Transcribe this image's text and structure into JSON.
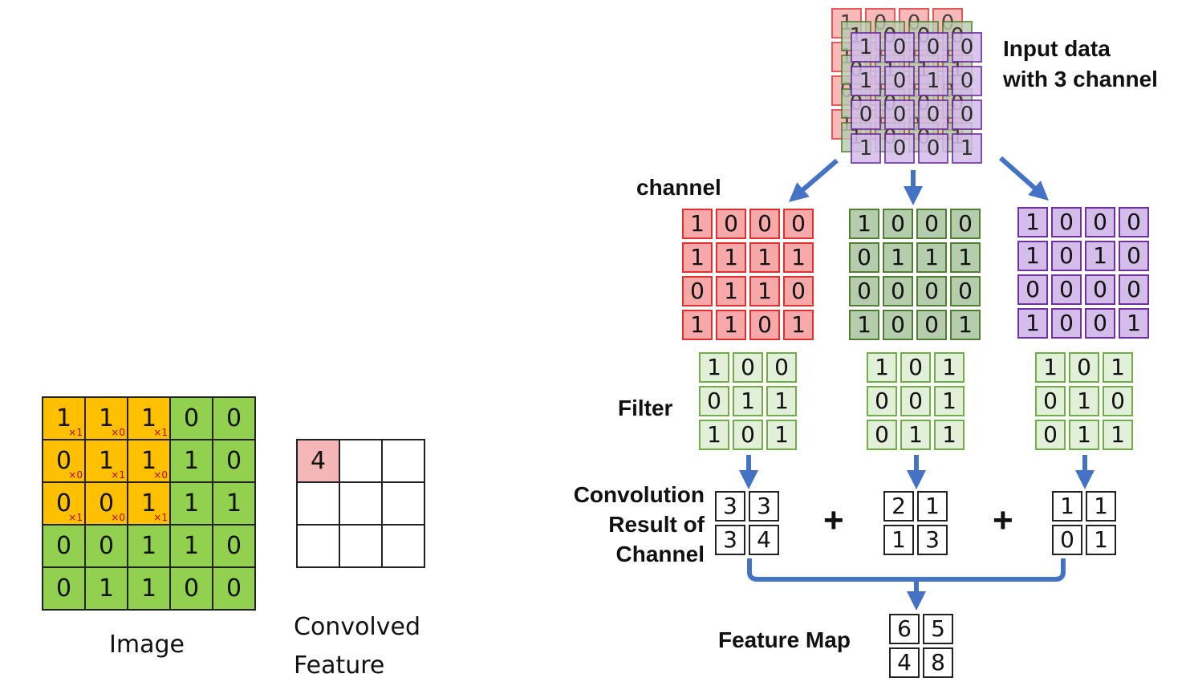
{
  "colors": {
    "image_yellow": "#ffc000",
    "image_green": "#92d050",
    "conv_hit": "#f4b6b6",
    "red_cell": "#f7a8a8",
    "red_border": "#e03030",
    "green_cell": "#b5ccad",
    "green_border": "#507e32",
    "purple_cell": "#d4bdea",
    "purple_border": "#7030a0",
    "filter_cell": "#e2f0d9",
    "filter_border": "#70ad47",
    "arrow": "#4472c4"
  },
  "left": {
    "image_label": "Image",
    "conv_label_line1": "Convolved",
    "conv_label_line2": "Feature",
    "image": [
      [
        {
          "v": "1",
          "w": "×1"
        },
        {
          "v": "1",
          "w": "×0"
        },
        {
          "v": "1",
          "w": "×1"
        },
        {
          "v": "0"
        },
        {
          "v": "0"
        }
      ],
      [
        {
          "v": "0",
          "w": "×0"
        },
        {
          "v": "1",
          "w": "×1"
        },
        {
          "v": "1",
          "w": "×0"
        },
        {
          "v": "1"
        },
        {
          "v": "0"
        }
      ],
      [
        {
          "v": "0",
          "w": "×1"
        },
        {
          "v": "0",
          "w": "×0"
        },
        {
          "v": "1",
          "w": "×1"
        },
        {
          "v": "1"
        },
        {
          "v": "1"
        }
      ],
      [
        {
          "v": "0"
        },
        {
          "v": "0"
        },
        {
          "v": "1"
        },
        {
          "v": "1"
        },
        {
          "v": "0"
        }
      ],
      [
        {
          "v": "0"
        },
        {
          "v": "1"
        },
        {
          "v": "1"
        },
        {
          "v": "0"
        },
        {
          "v": "0"
        }
      ]
    ],
    "convolved": [
      [
        "4",
        "",
        ""
      ],
      [
        "",
        "",
        ""
      ],
      [
        "",
        "",
        ""
      ]
    ]
  },
  "right": {
    "input_label_line1": "Input data",
    "input_label_line2": "with 3 channel",
    "channel_label": "channel",
    "filter_label": "Filter",
    "conv_result_line1": "Convolution",
    "conv_result_line2": "Result of",
    "conv_result_line3": "Channel",
    "feature_map_label": "Feature Map",
    "plus_sign": "+",
    "channels": [
      [
        [
          "1",
          "0",
          "0",
          "0"
        ],
        [
          "1",
          "1",
          "1",
          "1"
        ],
        [
          "0",
          "1",
          "1",
          "0"
        ],
        [
          "1",
          "1",
          "0",
          "1"
        ]
      ],
      [
        [
          "1",
          "0",
          "0",
          "0"
        ],
        [
          "0",
          "1",
          "1",
          "1"
        ],
        [
          "0",
          "0",
          "0",
          "0"
        ],
        [
          "1",
          "0",
          "0",
          "1"
        ]
      ],
      [
        [
          "1",
          "0",
          "0",
          "0"
        ],
        [
          "1",
          "0",
          "1",
          "0"
        ],
        [
          "0",
          "0",
          "0",
          "0"
        ],
        [
          "1",
          "0",
          "0",
          "1"
        ]
      ]
    ],
    "filters": [
      [
        [
          "1",
          "0",
          "0"
        ],
        [
          "0",
          "1",
          "1"
        ],
        [
          "1",
          "0",
          "1"
        ]
      ],
      [
        [
          "1",
          "0",
          "1"
        ],
        [
          "0",
          "0",
          "1"
        ],
        [
          "0",
          "1",
          "1"
        ]
      ],
      [
        [
          "1",
          "0",
          "1"
        ],
        [
          "0",
          "1",
          "0"
        ],
        [
          "0",
          "1",
          "1"
        ]
      ]
    ],
    "results": [
      [
        [
          "3",
          "3"
        ],
        [
          "3",
          "4"
        ]
      ],
      [
        [
          "2",
          "1"
        ],
        [
          "1",
          "3"
        ]
      ],
      [
        [
          "1",
          "1"
        ],
        [
          "0",
          "1"
        ]
      ]
    ],
    "feature_map": [
      [
        "6",
        "5"
      ],
      [
        "4",
        "8"
      ]
    ]
  }
}
